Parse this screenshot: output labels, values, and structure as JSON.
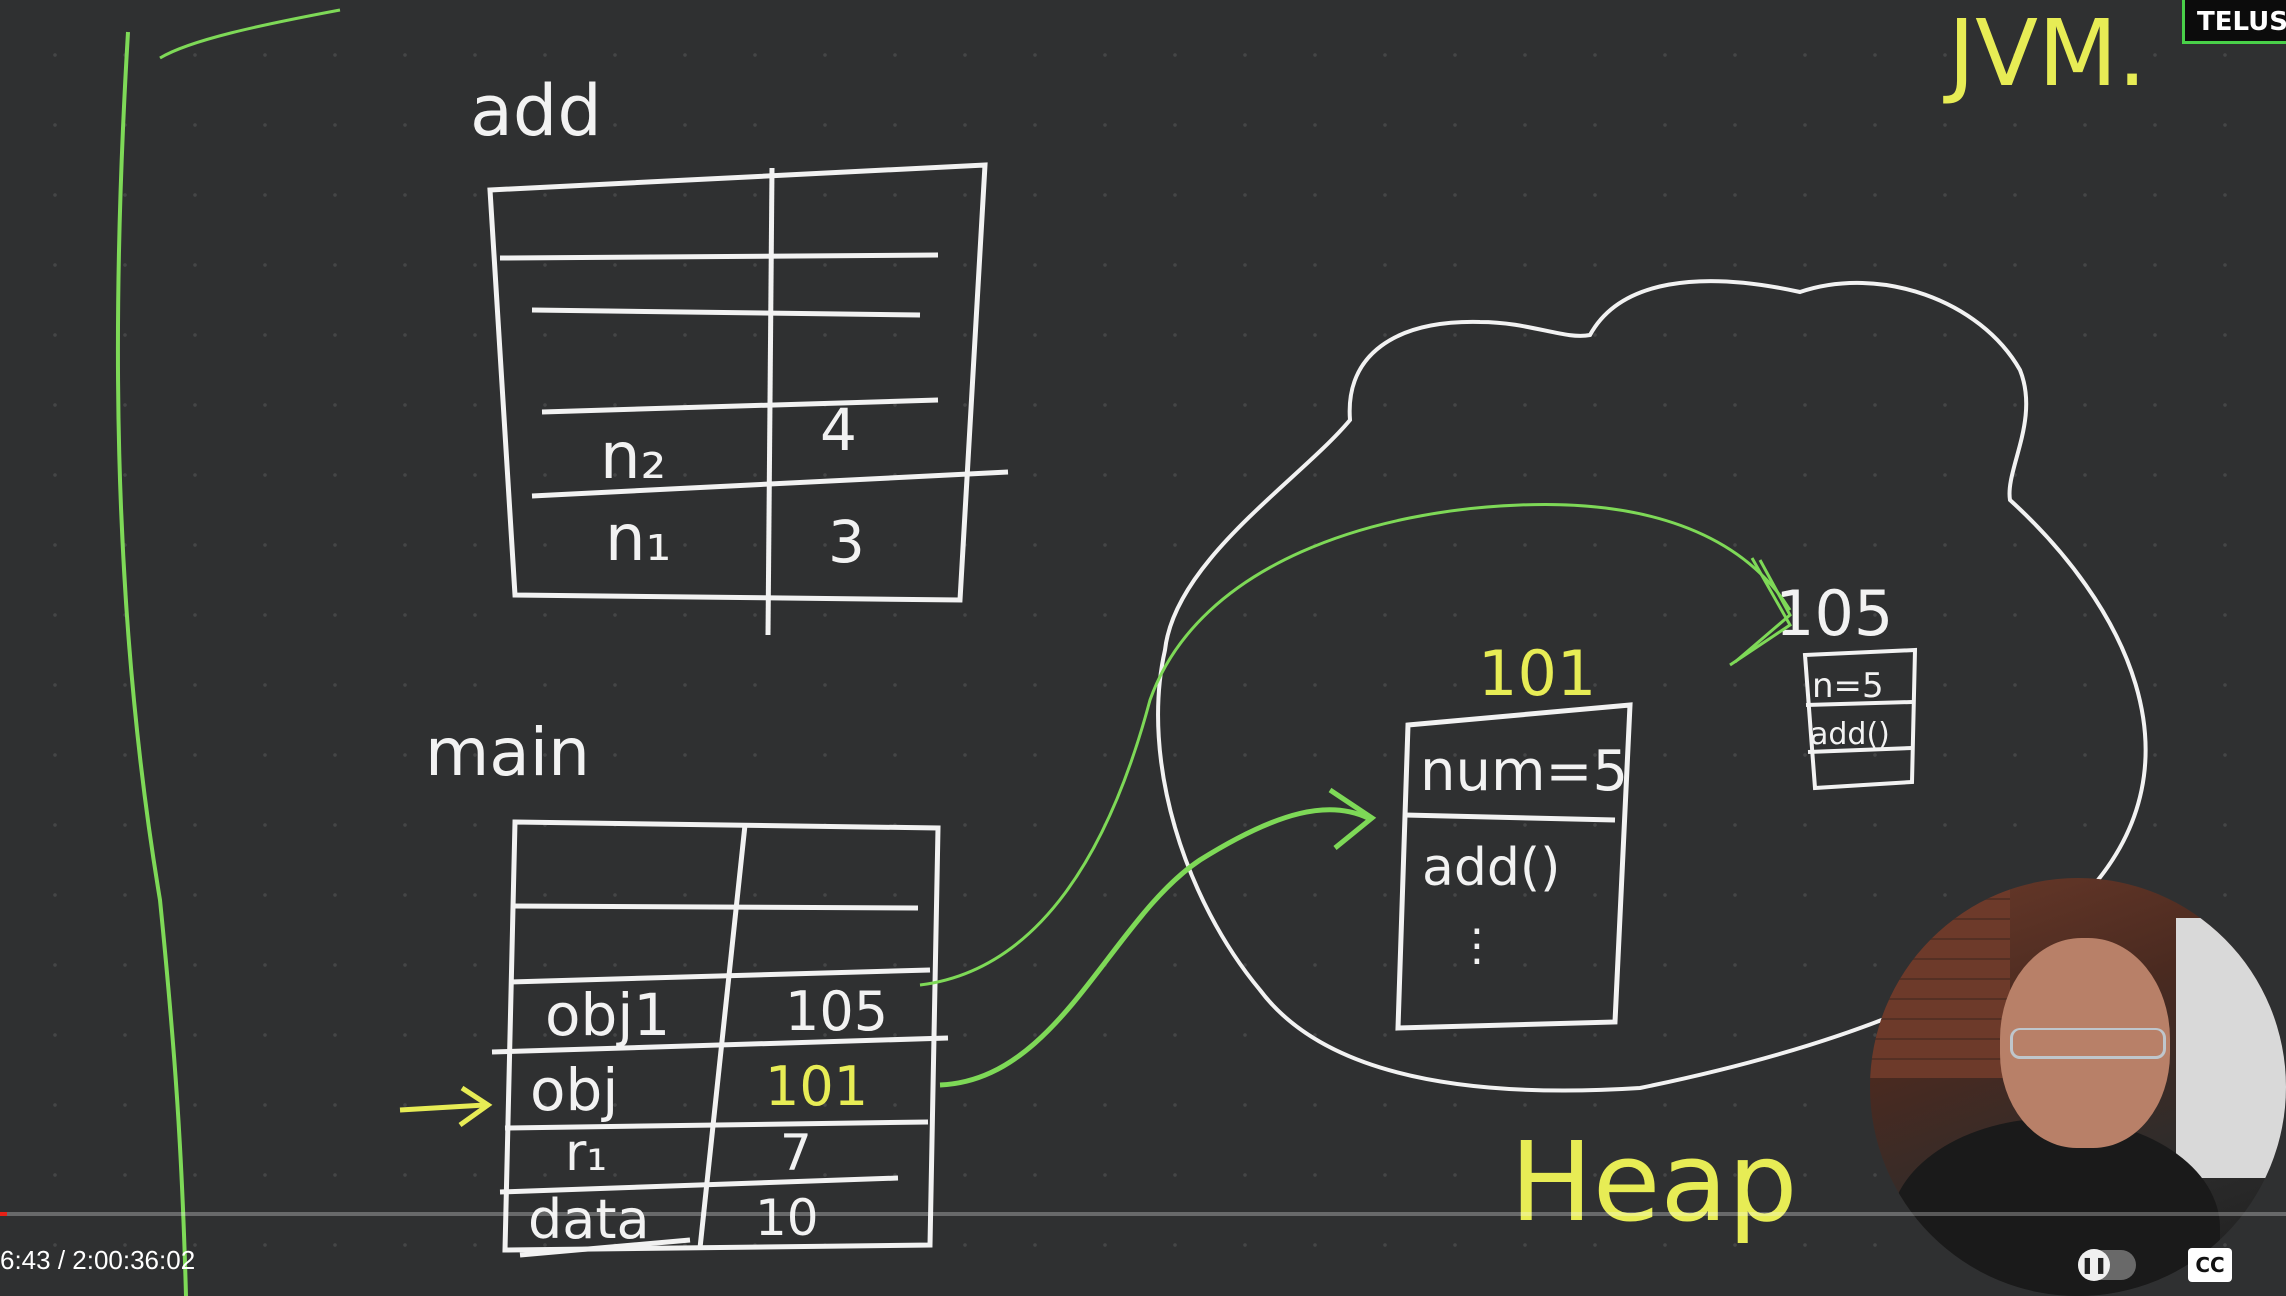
{
  "branding": {
    "channel": "TELUSK"
  },
  "board": {
    "title": "JVM.",
    "heap_label": "Heap",
    "stack_frames": [
      {
        "name": "add",
        "rows": [
          {
            "var": "",
            "val": ""
          },
          {
            "var": "",
            "val": ""
          },
          {
            "var": "",
            "val": ""
          },
          {
            "var": "n₂",
            "val": "4"
          },
          {
            "var": "n₁",
            "val": "3"
          }
        ]
      },
      {
        "name": "main",
        "rows": [
          {
            "var": "",
            "val": ""
          },
          {
            "var": "",
            "val": ""
          },
          {
            "var": "obj1",
            "val": "105"
          },
          {
            "var": "obj",
            "val": "101"
          },
          {
            "var": "r₁",
            "val": "7"
          },
          {
            "var": "data",
            "val": "10"
          }
        ]
      }
    ],
    "heap_objects": [
      {
        "address": "101",
        "fields": [
          "num=5",
          "add()",
          "⋮"
        ]
      },
      {
        "address": "105",
        "fields": [
          "n=5",
          "add()"
        ]
      }
    ]
  },
  "player": {
    "timecode": "6:43 / 2:00:36:02",
    "progress_fraction": 0.003,
    "cc_label": "CC"
  },
  "colors": {
    "board": "#2f3031",
    "chalk_white": "#f2f2f2",
    "chalk_yellow": "#e7ec55",
    "chalk_green": "#7ed957",
    "accent_green": "#49d049"
  }
}
